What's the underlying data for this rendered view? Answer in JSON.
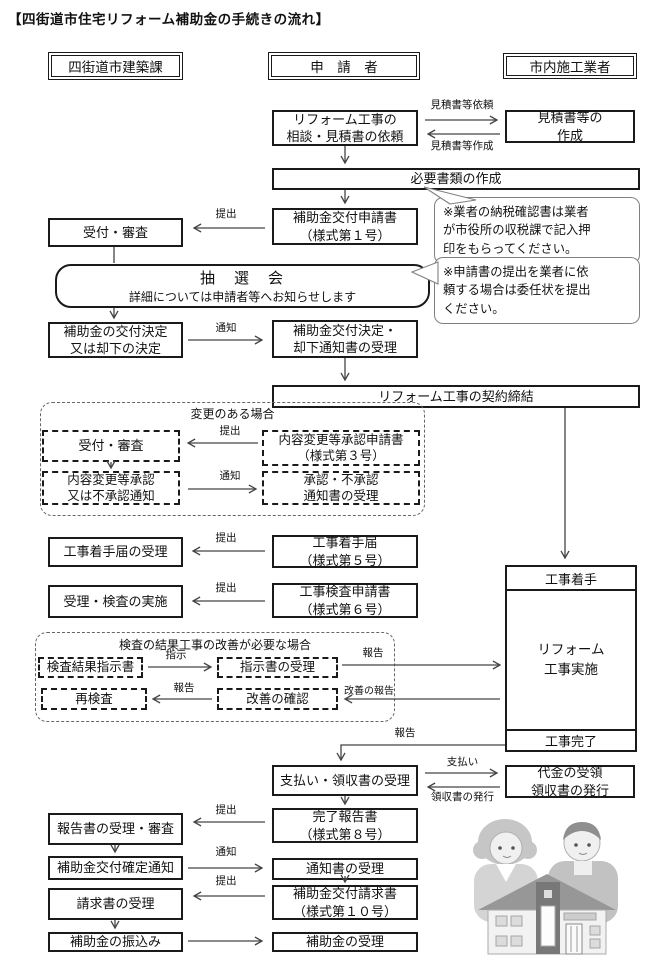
{
  "title": "【四街道市住宅リフォーム補助金の手続きの流れ】",
  "headers": {
    "left": "四街道市建築課",
    "center": "申　請　者",
    "right": "市内施工業者"
  },
  "boxes": {
    "consult": "リフォーム工事の\n相談・見積書の依頼",
    "estimate_create": "見積書等の\n作成",
    "docs_create": "必要書類の作成",
    "grant_application": "補助金交付申請書\n（様式第１号）",
    "reception_review": "受付・審査",
    "lottery_title": "抽　選　会",
    "lottery_sub": "詳細については申請者等へお知らせします",
    "grant_decision": "補助金の交付決定\n又は却下の決定",
    "decision_notice_receipt": "補助金交付決定・\n却下通知書の受理",
    "contract": "リフォーム工事の契約締結",
    "change_case_title": "変更のある場合",
    "change_reception": "受付・審査",
    "change_application": "内容変更等承認申請書\n（様式第３号）",
    "change_approval": "内容変更等承認\n又は不承認通知",
    "change_notice_receipt": "承認・不承認\n通知書の受理",
    "start_notice_receipt": "工事着手届の受理",
    "start_notice": "工事着手届\n（様式第５号）",
    "inspection_conduct": "受理・検査の実施",
    "inspection_application": "工事検査申請書\n（様式第６号）",
    "work_start": "工事着手",
    "work_exec": "リフォーム\n工事実施",
    "work_end": "工事完了",
    "improvement_case_title": "検査の結果工事の改善が必要な場合",
    "inspection_directive": "検査結果指示書",
    "directive_receipt": "指示書の受理",
    "reinspection": "再検査",
    "improvement_confirm": "改善の確認",
    "payment_receipt": "支払い・領収書の受理",
    "price_receive": "代金の受領\n領収書の発行",
    "completion_report": "完了報告書\n（様式第８号）",
    "report_review": "報告書の受理・審査",
    "grant_confirm_notice": "補助金交付確定通知",
    "notice_receipt": "通知書の受理",
    "grant_invoice": "補助金交付請求書\n（様式第１０号）",
    "invoice_receipt": "請求書の受理",
    "subsidy_transfer": "補助金の振込み",
    "subsidy_receipt": "補助金の受理"
  },
  "arrow_labels": {
    "estimate_request": "見積書等依頼",
    "estimate_created": "見積書等作成",
    "submit": "提出",
    "notify": "通知",
    "instruct": "指示",
    "report": "報告",
    "improvement_report": "改善の報告",
    "pay": "支払い",
    "receipt_issue": "領収書の発行"
  },
  "notes": {
    "tax_note": "※業者の納税確認書は業者\nが市役所の収税課で記入押\n印をもらってください。",
    "proxy_note": "※申請書の提出を業者に依\n頼する場合は委任状を提出\nください。"
  },
  "colors": {
    "line": "#444444",
    "box_border": "#1a1a1a",
    "note_border": "#808080",
    "text": "#111111"
  }
}
